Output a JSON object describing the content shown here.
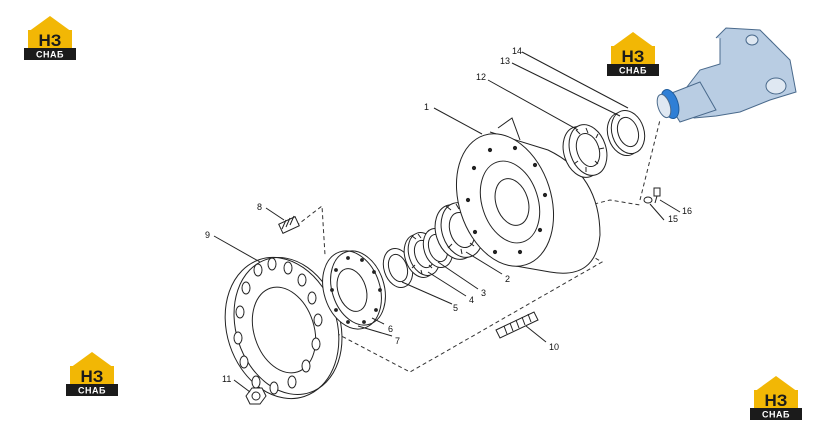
{
  "brand": {
    "line1": "НЗ",
    "line2": "СНАБ",
    "accent_color": "#f2b705",
    "dark_color": "#1b1b1b"
  },
  "parts": [
    {
      "id": "part-1",
      "label": "1"
    },
    {
      "id": "part-2",
      "label": "2"
    },
    {
      "id": "part-3",
      "label": "3"
    },
    {
      "id": "part-4",
      "label": "4"
    },
    {
      "id": "part-5",
      "label": "5"
    },
    {
      "id": "part-6",
      "label": "6"
    },
    {
      "id": "part-7",
      "label": "7"
    },
    {
      "id": "part-8",
      "label": "8"
    },
    {
      "id": "part-9",
      "label": "9"
    },
    {
      "id": "part-10",
      "label": "10"
    },
    {
      "id": "part-11",
      "label": "11"
    },
    {
      "id": "part-12",
      "label": "12"
    },
    {
      "id": "part-13",
      "label": "13"
    },
    {
      "id": "part-14",
      "label": "14"
    },
    {
      "id": "part-15",
      "label": "15"
    },
    {
      "id": "part-16",
      "label": "16"
    }
  ],
  "colors": {
    "line": "#222222",
    "shaft": "#b9cde3",
    "shaft_stroke": "#4a6a8c",
    "shaft_band": "#2f7fd6"
  }
}
